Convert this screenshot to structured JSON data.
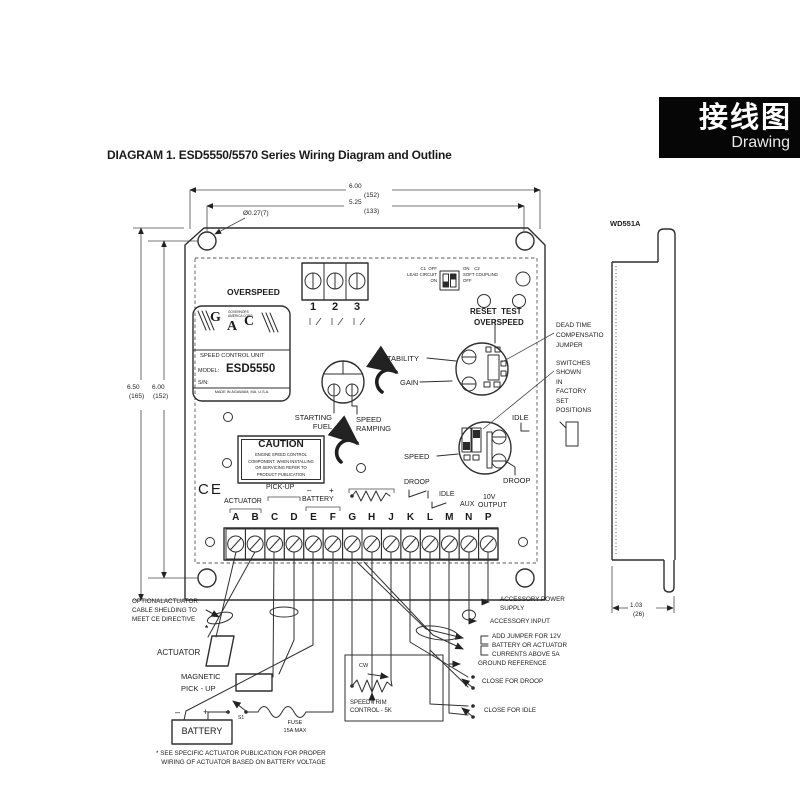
{
  "corner_tag": {
    "chinese": "接线图",
    "english": "Drawing"
  },
  "title": "DIAGRAM 1. ESD5550/5570 Series Wiring Diagram and Outline",
  "dims": {
    "top_in": "6.00",
    "top_mm": "(152)",
    "holes_in": "5.25",
    "holes_mm": "(133)",
    "hole_dia": "Ø0.27(7)",
    "left_outer_in": "6.50",
    "left_outer_mm": "(165)",
    "left_inner_in": "6.00",
    "left_inner_mm": "(152)",
    "depth_in": "1.03",
    "depth_mm": "(26)"
  },
  "side_view_label": "WD551A",
  "panel": {
    "overspeed": "OVERSPEED",
    "terminal_numbers": [
      "1",
      "2",
      "3"
    ],
    "dip_left": "C1  OFF\nLEAD CIRCUIT\nON",
    "dip_right": "ON    C2\nSOFT COUPLING\nOFF",
    "reset_test": "RESET  TEST",
    "overspeed2": "OVERSPEED",
    "logo_g": "G",
    "logo_a": "A",
    "logo_c": "C",
    "logo_small": "GOVERNORS\nAMERICA CORP.",
    "label_unit": "SPEED CONTROL UNIT",
    "model_prefix": "MODEL:",
    "model": "ESD5550",
    "serial": "S/N:",
    "made_in": "MADE IN AGAWAM, MA. U.S.A.",
    "stability": "STABILITY",
    "gain": "GAIN",
    "starting_fuel": "STARTING\nFUEL",
    "speed_ramping": "SPEED\nRAMPING",
    "idle": "IDLE",
    "speed": "SPEED",
    "droop": "DROOP",
    "caution_title": "CAUTION",
    "caution_body": "ENGINE SPEED CONTROL\nCOMPONENT. WHEN INSTALLING\nOR SERVICING REFER TO\nPRODUCT PUBLICATION",
    "ce": "CE",
    "groups": {
      "actuator": "ACTUATOR",
      "pickup": "PICK-UP",
      "batt_minus": "–",
      "batt_plus": "+",
      "battery": "BATTERY",
      "droop": "DROOP",
      "idle": "IDLE",
      "aux": "AUX",
      "ten_v": "10V",
      "output": "OUTPUT"
    },
    "terminal_letters": [
      "A",
      "B",
      "C",
      "D",
      "E",
      "F",
      "G",
      "H",
      "J",
      "K",
      "L",
      "M",
      "N",
      "P"
    ]
  },
  "callouts": {
    "dead_time": "DEAD TIME\nCOMPENSATIO\nJUMPER",
    "switches_shown": "SWITCHES\nSHOWN\nIN\nFACTORY\nSET\nPOSITIONS",
    "shielding": "OPTIONALACTUATOR\nCABLE SHELDING TO\nMEET CE DIRECTIVE",
    "asterisk": "*",
    "actuator": "ACTUATOR",
    "magnetic_pickup": "MAGNETIC\nPICK - UP",
    "battery": "BATTERY",
    "batt_minus": "–",
    "batt_plus": "+",
    "s1": "S1",
    "fuse": "FUSE\n15A MAX",
    "cw": "CW",
    "speed_trim": "SPEED TRIM\nCONTROL - 5K",
    "acc_power": "ACCESSORY POWER\nSUPPLY",
    "acc_input": "ACCESSORY INPUT",
    "add_jumper": "ADD JUMPER FOR 12V\nBATTERY OR ACTUATOR\nCURRENTS ABOVE 5A",
    "ground_ref": "GROUND REFERENCE",
    "close_droop": "CLOSE FOR DROOP",
    "close_idle": "CLOSE FOR IDLE",
    "footnote": "* SEE SPECIFIC ACTUATOR PUBLICATION FOR PROPER\n   WIRING OF ACTUATOR BASED ON BATTERY VOLTAGE"
  }
}
